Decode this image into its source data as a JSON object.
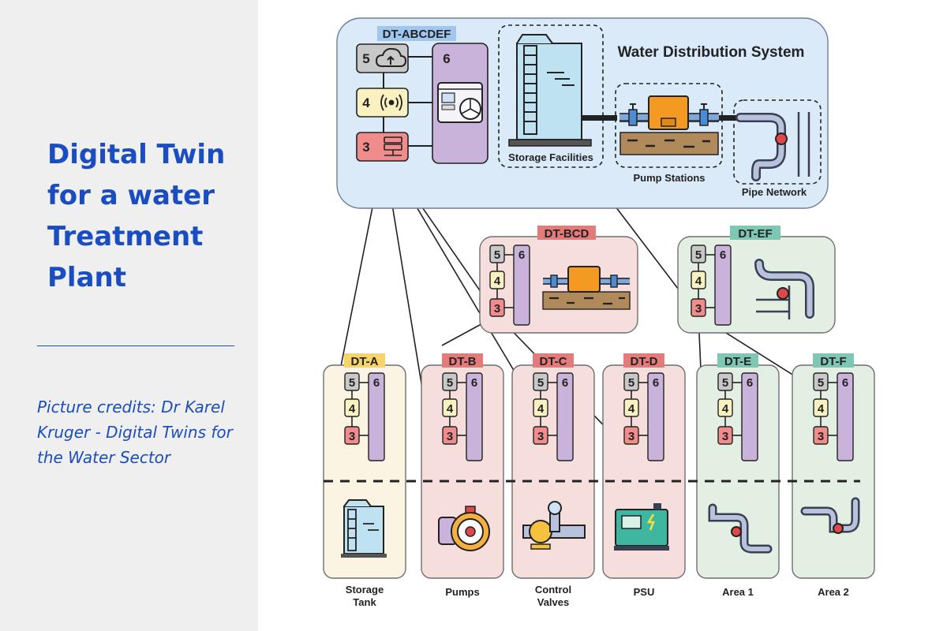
{
  "sidebar": {
    "title": "Digital Twin for a water Treatment Plant",
    "credits": "Picture credits: Dr Karel Kruger - Digital Twins for the Water Sector"
  },
  "diagram": {
    "top": {
      "label": "DT-ABCDEF",
      "title": "Water Distribution System",
      "components": [
        "Storage Facilities",
        "Pump Stations",
        "Pipe Network"
      ],
      "layers": [
        "5",
        "4",
        "3",
        "6"
      ]
    },
    "middle": [
      {
        "label": "DT-BCD"
      },
      {
        "label": "DT-EF"
      }
    ],
    "bottom": [
      {
        "label": "DT-A",
        "asset": "Storage Tank"
      },
      {
        "label": "DT-B",
        "asset": "Pumps"
      },
      {
        "label": "DT-C",
        "asset": "Control Valves"
      },
      {
        "label": "DT-D",
        "asset": "PSU"
      },
      {
        "label": "DT-E",
        "asset": "Area 1"
      },
      {
        "label": "DT-F",
        "asset": "Area 2"
      }
    ],
    "stack": {
      "l5": "5",
      "l4": "4",
      "l3": "3",
      "l6": "6"
    },
    "colors": {
      "blue_fill": "#dbeaf8",
      "pink_fill": "#f6dedd",
      "green_fill": "#e3efe2",
      "cream_fill": "#fbf4e2",
      "blue_tag": "#9ec6ee",
      "red_tag": "#e47b7b",
      "green_tag": "#7fc7b5",
      "yellow_tag": "#f6d36b",
      "layer5": "#c8c8c8",
      "layer4": "#f9f1c0",
      "layer3": "#f08c8c",
      "layer6": "#c9b3db"
    }
  }
}
